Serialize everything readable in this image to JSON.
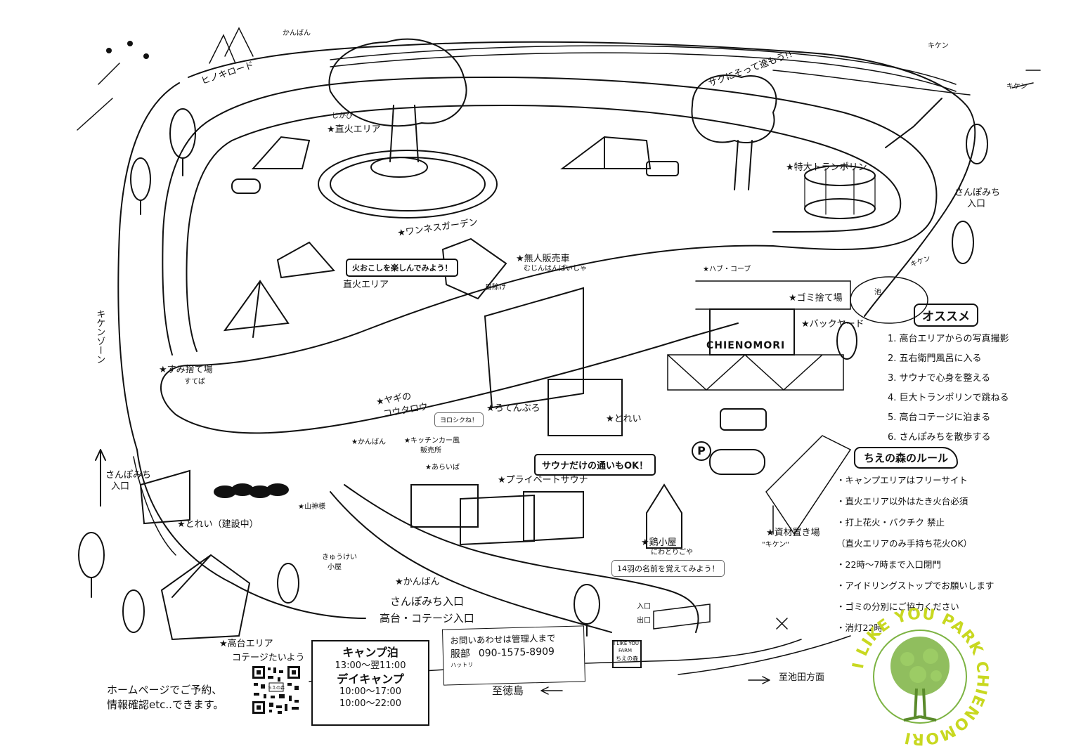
{
  "labels": {
    "hinoki_road": "ヒノキロード",
    "kanban_top": "かんばん",
    "kiken_top": "キケン",
    "kiken_right": "キケン",
    "saku": "サクにそって進もう!!",
    "jikabi": "じかび",
    "chokka_top": "★直火エリア",
    "wannesu": "★ワンネスガーデン",
    "tokudai": "★特大トランポリン",
    "sanpo_right": "さんぽみち",
    "sanpo_right_entry": "入口",
    "mujin": "★無人販売車",
    "mujin_sub": "むじんはんばいしゃ",
    "hikage": "日除け",
    "chokka_mid": "直火エリア",
    "hub": "★ハブ・コーブ",
    "kiken_mid": "キケン",
    "ike": "池",
    "gomi": "★ゴミ捨て場",
    "backyard": "★バックヤード",
    "kiken_zone": "キケンゾーン",
    "sumi": "★すみ捨て場",
    "sumi_sub": "すてば",
    "yagi": "★ヤギの",
    "yagi_name": "コウタロウ",
    "roten": "★ろてんぶろ",
    "toire": "★とれい",
    "kanban_mid": "★かんばん",
    "kitchen_car": "★キッチンカー風",
    "kitchen_car_sub": "販売所",
    "araiba": "★あらいば",
    "private_sauna": "★プライベートサウナ",
    "sanpo_left": "さんぽみち",
    "sanpo_left_entry": "入口",
    "toire_build": "★とれい（建設中）",
    "yamagami": "★山神様",
    "kyukei": "きゅうけい",
    "kyukei_sub": "小屋",
    "kanban_low": "★かんばん",
    "sanpo_entry_low": "さんぽみち入口",
    "kodai_cottage_entry": "高台・コテージ入口",
    "niwatori": "★鶏小屋",
    "niwatori_sub": "にわとりごや",
    "shizai": "★資材置き場",
    "shizai_kiken": "\"キケン\"",
    "iriguchi": "入口",
    "deguchi": "出口",
    "kodai_area": "★高台エリア",
    "cottage": "コテージたいよう",
    "to_tokushima": "至徳島",
    "to_ikeda": "至池田方面",
    "farm_sign_1": "I LIKE YOU",
    "farm_sign_2": "FARM",
    "farm_sign_3": "ちえの森",
    "chienomori": "CHIENOMORI"
  },
  "bubbles": {
    "hiokoshi": "火おこしを楽しんでみよう！",
    "yoroshiku": "ヨロシクね！",
    "sauna_only": "サウナだけの通いもOK！",
    "hane": "14羽の名前を覚えてみよう！"
  },
  "recommend": {
    "title": "オススメ",
    "items": [
      "1. 高台エリアからの写真撮影",
      "2. 五右衛門風呂に入る",
      "3. サウナで心身を整える",
      "4. 巨大トランポリンで跳ねる",
      "5. 高台コテージに泊まる",
      "6. さんぽみちを散歩する"
    ]
  },
  "rules": {
    "title": "ちえの森のルール",
    "items": [
      "・キャンプエリアはフリーサイト",
      "・直火エリア以外はたき火台必須",
      "・打上花火・バクチク 禁止",
      "（直火エリアのみ手持ち花火OK）",
      "・22時〜7時まで入口閉門",
      "・アイドリングストップでお願いします",
      "・ゴミの分別にご協力ください",
      "・消灯22時"
    ]
  },
  "contact": {
    "line1": "お問いあわせは管理人まで",
    "name": "服部",
    "name_ruby": "ハットリ",
    "phone": "090-1575-8909"
  },
  "hours": {
    "camp_title": "キャンプ泊",
    "camp_time": "13:00〜翌11:00",
    "day_title": "デイキャンプ",
    "day_time1": "10:00〜17:00",
    "day_time2": "10:00〜22:00"
  },
  "homepage": {
    "line1": "ホームページでご予約、",
    "line2": "情報確認etc..できます。"
  },
  "qr_label": "ちえの森",
  "parking": "P",
  "badge": {
    "text": "I LIKE YOU PARK CHIENOMORI",
    "color": "#c8d820"
  },
  "colors": {
    "ink": "#111111",
    "badge_green": "#c8d820",
    "badge_tree": "#7cb342"
  }
}
